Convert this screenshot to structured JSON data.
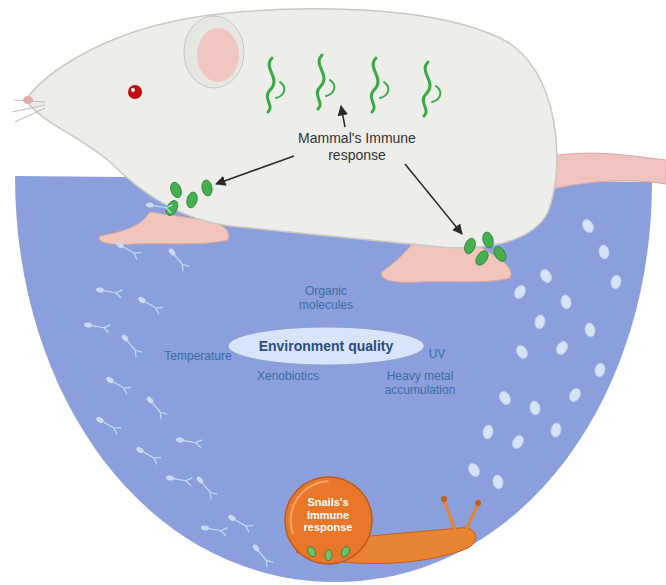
{
  "diagram": {
    "nodes": [
      {
        "text": [
          "Environment quality"
        ]
      },
      {
        "text": [
          "Snails's Immune response"
        ]
      }
    ],
    "labels": [
      "Mammal's Immune response",
      "Organic molecules",
      "Temperature",
      "Xenobiotics",
      "UV",
      "Heavy metal accumulation"
    ]
  }
}
